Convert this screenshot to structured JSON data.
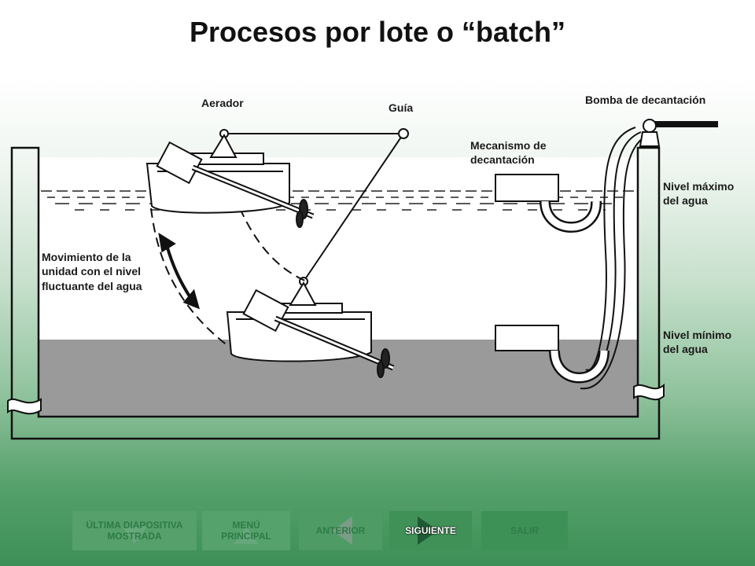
{
  "slide": {
    "title": "Procesos por lote o “batch”"
  },
  "diagram": {
    "labels": {
      "aerator": "Aerador",
      "guide": "Guía",
      "decant_pump": "Bomba de decantación",
      "decant_mech_1": "Mecanismo de",
      "decant_mech_2": "decantación",
      "max_level_1": "Nivel máximo",
      "max_level_2": "del agua",
      "min_level_1": "Nivel mínimo",
      "min_level_2": "del agua",
      "movement_1": "Movimiento de la",
      "movement_2": "unidad con el nivel",
      "movement_3": "fluctuante del agua"
    },
    "colors": {
      "water_fill": "#9a9a9a",
      "tank_fill": "#ffffff",
      "line": "#111111"
    }
  },
  "nav": {
    "last_slide": "ÚLTIMA DIAPOSITIVA MOSTRADA",
    "main_menu": "MENÚ PRINCIPAL",
    "previous": "ANTERIOR",
    "next": "SIGUIENTE",
    "exit": "SALIR",
    "icons": {
      "last_slide": "undo-arrow-icon",
      "main_menu": "up-arrow-icon",
      "previous": "left-triangle-icon",
      "next": "right-triangle-icon"
    }
  }
}
